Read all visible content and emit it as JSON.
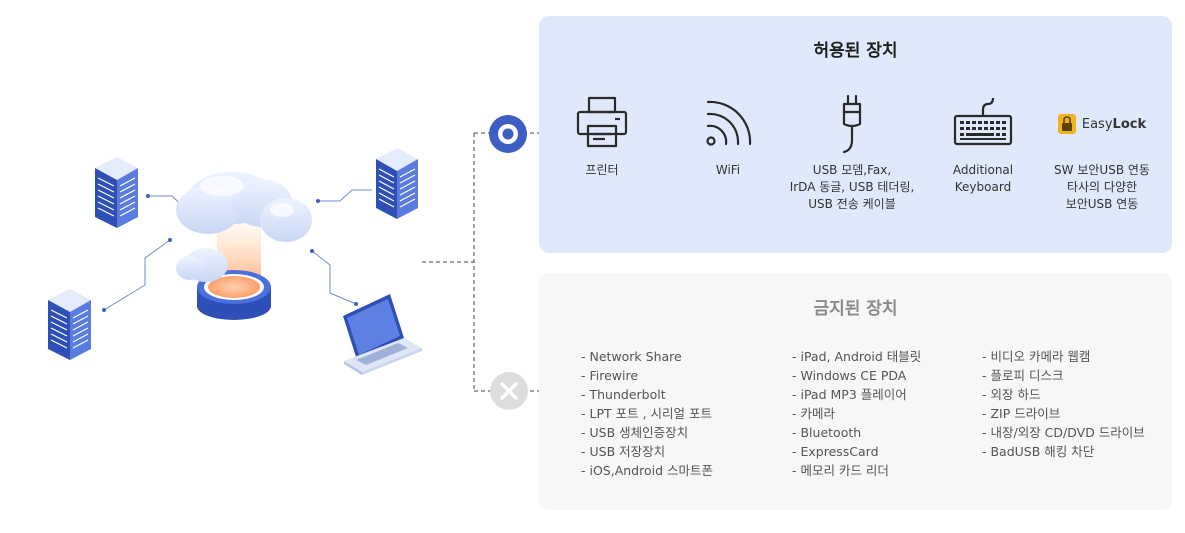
{
  "allowed": {
    "title": "허용된 장치",
    "items": [
      {
        "icon": "printer-icon",
        "label": "프린터"
      },
      {
        "icon": "wifi-icon",
        "label": "WiFi"
      },
      {
        "icon": "usb-cable-icon",
        "label": "USB 모뎀,Fax,\nIrDA 동글, USB 테더링,\nUSB 전송 케이블"
      },
      {
        "icon": "keyboard-icon",
        "label": "Additional\nKeyboard"
      },
      {
        "icon": "easylock-logo",
        "label": "SW 보안USB 연동\n타사의 다양한\n보안USB 연동"
      }
    ],
    "logo_text_a": "Easy",
    "logo_text_b": "Lock"
  },
  "blocked": {
    "title": "금지된 장치",
    "columns": [
      [
        "- Network Share",
        "- Firewire",
        "- Thunderbolt",
        "- LPT 포트 , 시리얼 포트",
        "- USB 생체인증장치",
        "- USB 저장장치",
        "- iOS,Android 스마트폰"
      ],
      [
        "- iPad, Android 태블릿",
        "- Windows CE PDA",
        "- iPad MP3 플레이어",
        "- 카메라",
        "- Bluetooth",
        "- ExpressCard",
        "- 메모리 카드 리더"
      ],
      [
        "- 비디오 카메라 웹캠",
        "- 플로피 디스크",
        "- 외장 하드",
        "- ZIP 드라이브",
        "- 내장/외장 CD/DVD 드라이브",
        "- BadUSB 해킹 차단"
      ]
    ]
  },
  "colors": {
    "accent": "#3d5fc4",
    "allowed_bg": "#dfe9fb",
    "blocked_bg": "#f7f7f7",
    "blocked_icon": "#dddddd"
  }
}
